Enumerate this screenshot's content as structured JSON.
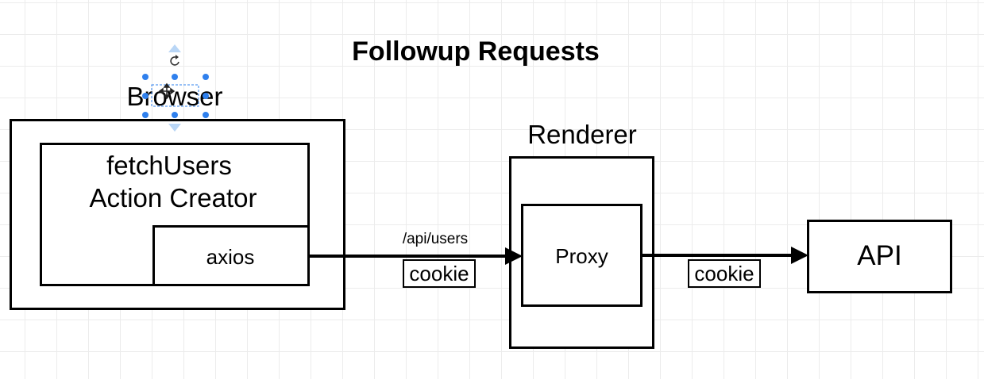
{
  "title": "Followup Requests",
  "browser": {
    "label": "Browser",
    "action_creator": {
      "line1": "fetchUsers",
      "line2": "Action Creator"
    },
    "axios_label": "axios"
  },
  "renderer": {
    "label": "Renderer",
    "proxy_label": "Proxy"
  },
  "api_label": "API",
  "arrow_browser_to_proxy": {
    "route_label": "/api/users",
    "cookie_label": "cookie"
  },
  "arrow_proxy_to_api": {
    "cookie_label": "cookie"
  },
  "selection": {
    "color": "#2f80ed",
    "icons": [
      "rotate-handle-icon",
      "resize-handle-icon",
      "move-cursor-icon"
    ]
  }
}
